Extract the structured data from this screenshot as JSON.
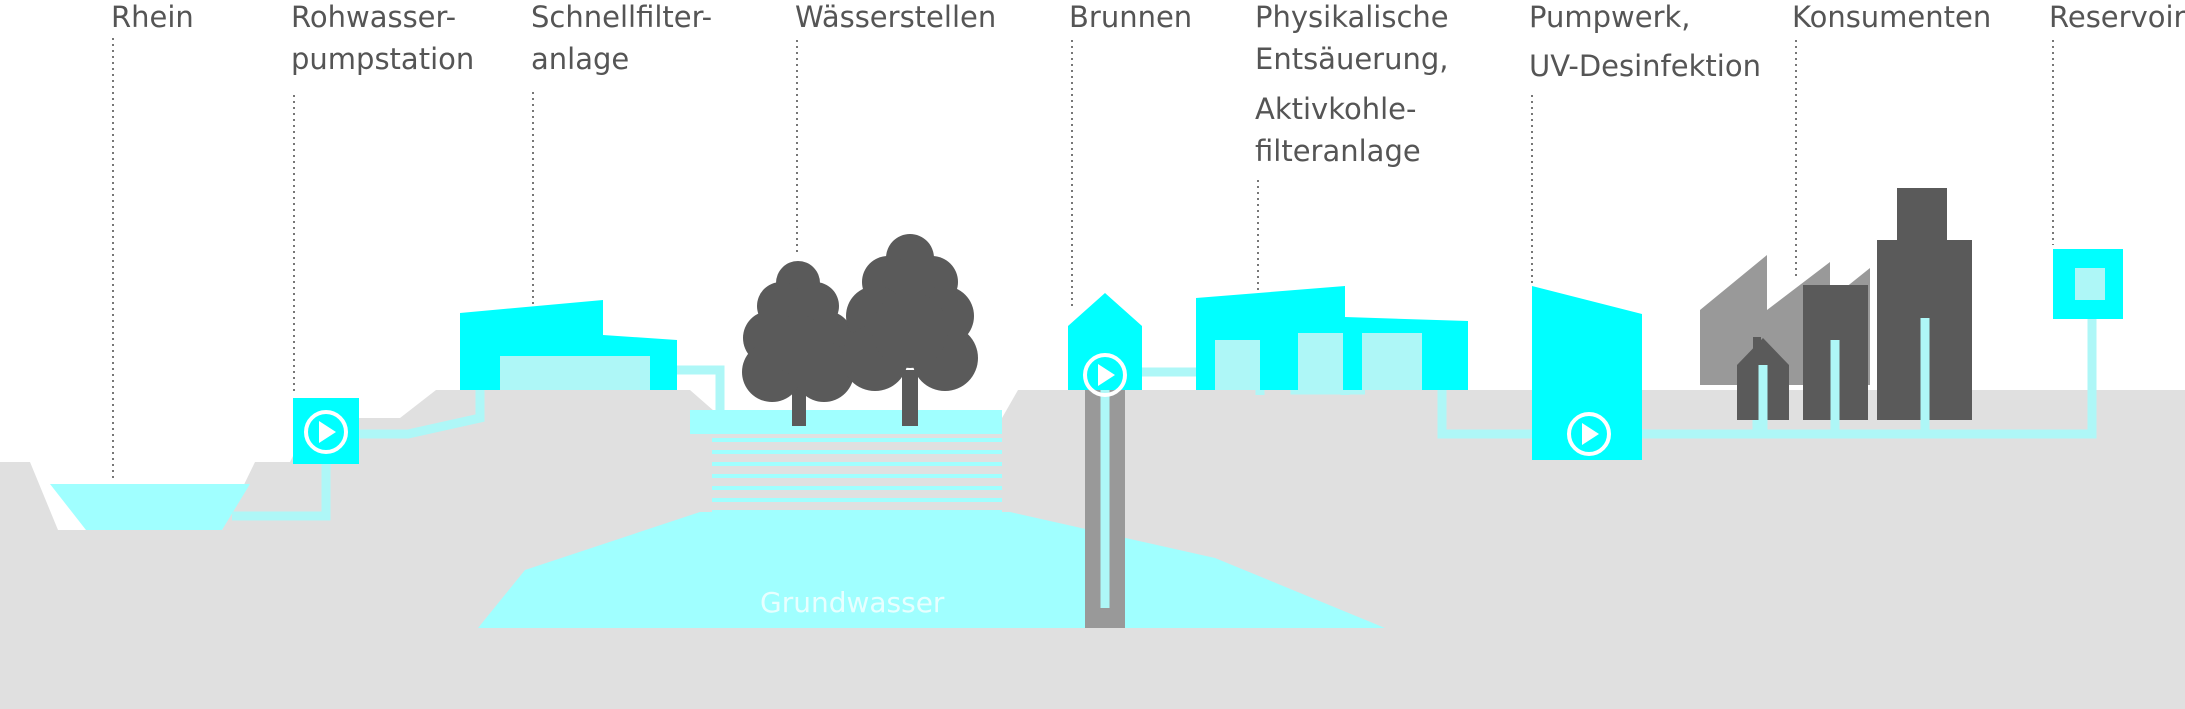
{
  "labels": {
    "rhein": "Rhein",
    "rohwasser_l1": "Rohwasser-",
    "rohwasser_l2": "pumpstation",
    "schnell_l1": "Schnellfilter-",
    "schnell_l2": "anlage",
    "waesser": "Wässerstellen",
    "brunnen": "Brunnen",
    "phys_l1": "Physikalische",
    "phys_l2": "Entsäuerung,",
    "phys_l3": "Aktivkohle-",
    "phys_l4": "filteranlage",
    "pump_l1": "Pumpwerk,",
    "pump_l2": "UV-Desinfektion",
    "konsumenten": "Konsumenten",
    "reservoir": "Reservoir",
    "grundwasser": "Grundwasser"
  },
  "colors": {
    "ground": "#e0e0e0",
    "water": "#a0ffff",
    "facility": "#00ffff",
    "pipe": "#aef7f7",
    "dark": "#5a5a5a",
    "factory": "#999999",
    "text": "#555555"
  },
  "icons": {
    "pump": "play-circle-icon",
    "tree": "tree-icon",
    "house": "house-icon",
    "factory": "factory-icon"
  }
}
